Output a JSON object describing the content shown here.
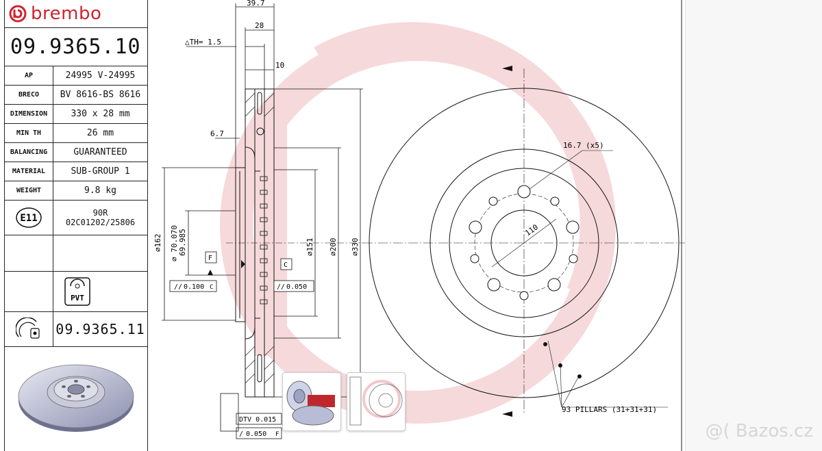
{
  "brand": {
    "name": "brembo",
    "color": "#d0232e"
  },
  "part_number": "09.9365.10",
  "spec_rows": [
    {
      "key": "AP",
      "value": "24995 V-24995"
    },
    {
      "key": "BRECO",
      "value": "BV 8616-BS 8616"
    },
    {
      "key": "DIMENSION",
      "value": "330 x 28 mm"
    },
    {
      "key": "MIN TH",
      "value": "26 mm"
    },
    {
      "key": "BALANCING",
      "value": "GUARANTEED"
    },
    {
      "key": "MATERIAL",
      "value": "SUB-GROUP 1"
    },
    {
      "key": "WEIGHT",
      "value": "9.8 kg"
    }
  ],
  "approval": {
    "mark": "E11",
    "line1": "90R",
    "line2": "02C01202/25806"
  },
  "pvt_label": "PVT",
  "alt_part_number": "09.9365.11",
  "dimensions": {
    "overall": "39.7",
    "thickness": "28",
    "th_tolerance": "△TH= 1.5",
    "hat": "10",
    "flange": "6.7",
    "d162": "⌀162",
    "d70": "⌀ 70.070",
    "d69": "69.985",
    "d151": "⌀151",
    "d200": "⌀200",
    "d330": "⌀330",
    "datum_f": "F",
    "datum_c": "C",
    "parallel_tol": "0.100",
    "runout_tol": "0.050",
    "dtv": "DTV 0.015",
    "flat_tol": "0.050",
    "hole_size": "16.7 (x5)",
    "pcd": "110",
    "pillars": "93 PILLARS (31+31+31)"
  },
  "watermark": "@( Bazos.cz"
}
